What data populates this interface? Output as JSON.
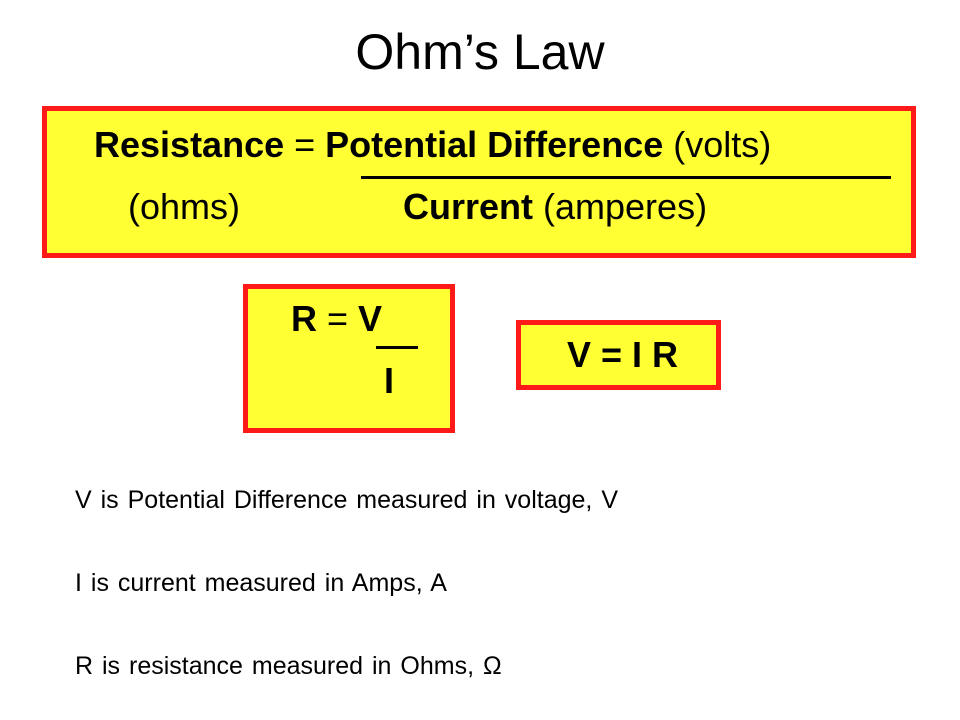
{
  "title": "Ohm’s Law",
  "word_equation": {
    "resistance": "Resistance",
    "equals": " = ",
    "potential_difference": "Potential Difference",
    "volts_unit": " (volts)",
    "ohms_unit": "(ohms)",
    "current": "Current",
    "amperes_unit": " (amperes)"
  },
  "formula_r": {
    "r": "R",
    "equals": " = ",
    "v": "V",
    "i": "I"
  },
  "formula_v": {
    "text": "V = I R"
  },
  "definitions": [
    "V is Potential Difference measured in voltage, V",
    "I is current measured in Amps, A",
    "R is resistance measured in Ohms, Ω"
  ],
  "colors": {
    "box_fill": "#ffff33",
    "box_border": "#ff1a1a"
  }
}
